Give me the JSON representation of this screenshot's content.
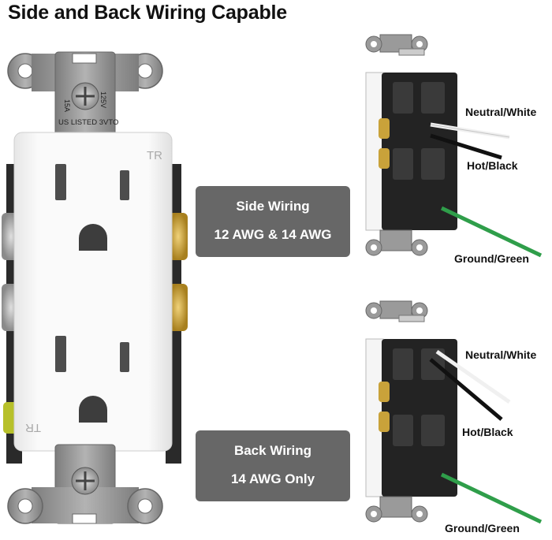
{
  "title": "Side and Back Wiring Capable",
  "outlet": {
    "rating_amps": "15A",
    "rating_volts": "125V",
    "listing": "US LISTED 3VTO",
    "tr_top": "TR",
    "tr_bottom": "TR"
  },
  "side_wiring": {
    "title": "Side Wiring",
    "subtitle": "12 AWG & 14 AWG",
    "neutral_label": "Neutral/White",
    "hot_label": "Hot/Black",
    "ground_label": "Ground/Green"
  },
  "back_wiring": {
    "title": "Back Wiring",
    "subtitle": "14 AWG Only",
    "neutral_label": "Neutral/White",
    "hot_label": "Hot/Black",
    "ground_label": "Ground/Green"
  },
  "colors": {
    "callout_bg": "#676767",
    "face_white": "#f4f4f4",
    "strap_gray": "#9a9a9a",
    "body_black": "#232323",
    "wire_green": "#2f9e4a",
    "brass": "#c9a23a"
  }
}
